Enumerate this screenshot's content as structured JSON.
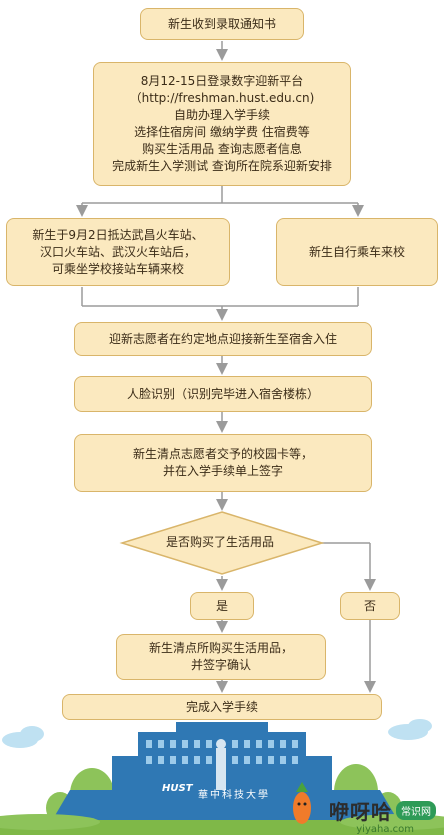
{
  "steps": {
    "receive_notice": "新生收到录取通知书",
    "register_platform": [
      "8月12-15日登录数字迎新平台",
      "（http://freshman.hust.edu.cn)",
      "自助办理入学手续",
      "选择住宿房间  缴纳学费    住宿费等",
      "购买生活用品  查询志愿者信息",
      "完成新生入学测试  查询所在院系迎新安排"
    ],
    "arrive_station": [
      "新生于9月2日抵达武昌火车站、",
      "汉口火车站、武汉火车站后，",
      "可乘坐学校接站车辆来校"
    ],
    "self_travel": "新生自行乘车来校",
    "volunteer_receive": "迎新志愿者在约定地点迎接新生至宿舍入住",
    "face_recognition": "人脸识别（识别完毕进入宿舍楼栋）",
    "check_card": [
      "新生清点志愿者交予的校园卡等，",
      "并在入学手续单上签字"
    ],
    "decision": "是否购买了生活用品",
    "yes": "是",
    "no": "否",
    "check_items": [
      "新生清点所购买生活用品，",
      "并签字确认"
    ],
    "complete": "完成入学手续"
  },
  "footer": {
    "school_name": "華中科技大學",
    "school_logo_text": "HUST",
    "watermark": "咿呀哈",
    "watermark_tag": "常识网",
    "watermark_url": "yiyaha.com"
  },
  "colors": {
    "box_fill": "#fbe9bf",
    "box_border": "#d9b56a",
    "arrow": "#9b9b9b",
    "building": "#2f78b4",
    "grass": "#7fb848",
    "watermark_green": "#2e9b57"
  }
}
